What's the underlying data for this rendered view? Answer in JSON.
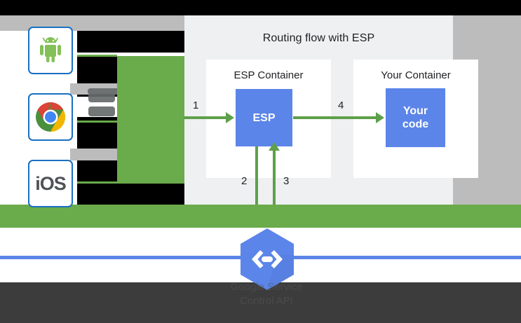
{
  "panel": {
    "title": "Routing flow with ESP",
    "containers": [
      {
        "title": "ESP Container",
        "box_label": "ESP"
      },
      {
        "title": "Your Container",
        "box_label_line1": "Your",
        "box_label_line2": "code"
      }
    ],
    "step_numbers": [
      "1",
      "2",
      "3",
      "4"
    ]
  },
  "clients": [
    {
      "name": "android",
      "label": ""
    },
    {
      "name": "chrome",
      "label": ""
    },
    {
      "name": "ios",
      "label": "iOS"
    }
  ],
  "footer": {
    "logo": "cloud-endpoints-hexagon-icon",
    "caption_line1": "Google Service",
    "caption_line2": "Control API"
  },
  "colors": {
    "accent_blue": "#5b85e8",
    "accent_green": "#5ea04a",
    "block_green": "#6aab4b",
    "panel_bg": "#eef0f1",
    "gray_bar": "#bcbcbc",
    "dark_bar": "#3c3c3c",
    "black": "#000000"
  }
}
